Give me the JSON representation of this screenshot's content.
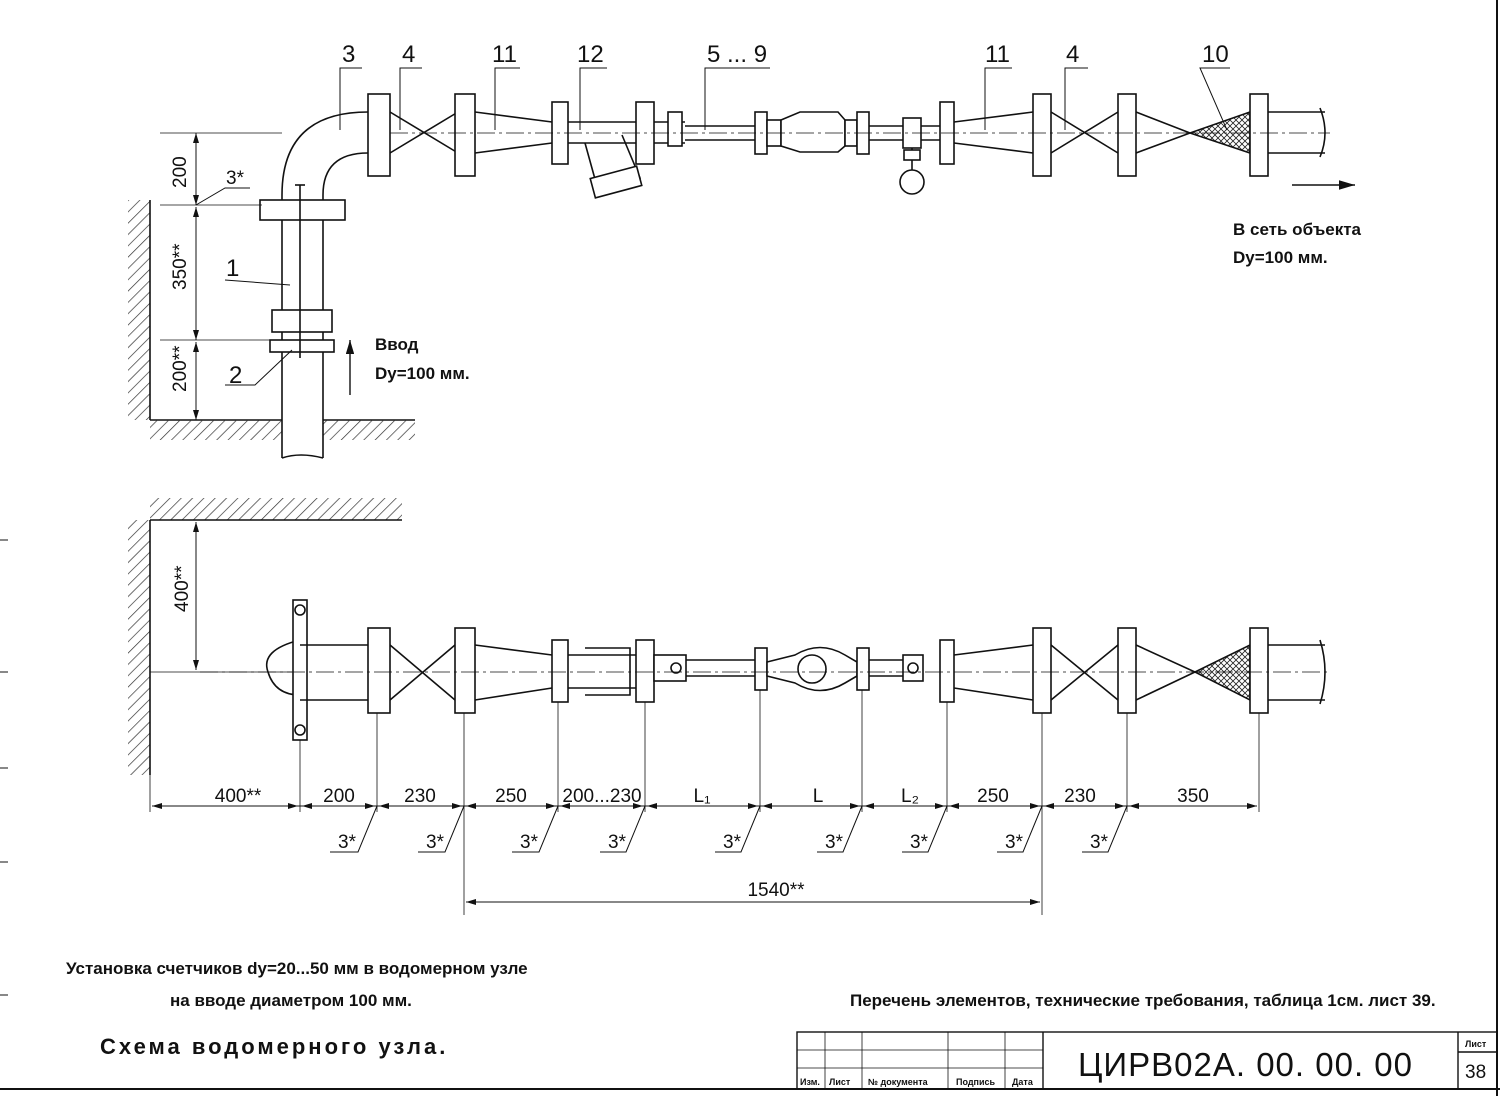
{
  "drawing": {
    "top_view": {
      "item_labels": [
        "3",
        "4",
        "11",
        "12",
        "5 ... 9",
        "11",
        "4",
        "10"
      ],
      "left_labels": [
        "1",
        "2"
      ],
      "vertical_dims": [
        "200",
        "350**",
        "200**"
      ],
      "tolerance_label": "3*",
      "inlet": {
        "line1": "Ввод",
        "line2": "Dy=100 мм."
      },
      "outlet": {
        "line1": "В сеть объекта",
        "line2": "Dy=100 мм."
      }
    },
    "plan_view": {
      "vertical_dim": "400**",
      "horizontal_dims": [
        "400**",
        "200",
        "230",
        "250",
        "200...230",
        "L₁",
        "L",
        "L₂",
        "250",
        "230",
        "350"
      ],
      "tolerance_labels": [
        "3*",
        "3*",
        "3*",
        "3*",
        "3*",
        "3*",
        "3*",
        "3*",
        "3*"
      ],
      "overall_dim": "1540**"
    },
    "notes": {
      "install_line1": "Установка счетчиков dy=20...50 мм в водомерном узле",
      "install_line2": "на вводе диаметром 100 мм.",
      "reference": "Перечень элементов, технические требования, таблица 1см. лист 39.",
      "caption": "Схема водомерного узла."
    },
    "title_block": {
      "columns": [
        "Изм.",
        "Лист",
        "№ документа",
        "Подпись",
        "Дата"
      ],
      "sheet_label": "Лист",
      "sheet_number": "38",
      "code": "ЦИРВ02А. 00. 00. 00"
    }
  }
}
